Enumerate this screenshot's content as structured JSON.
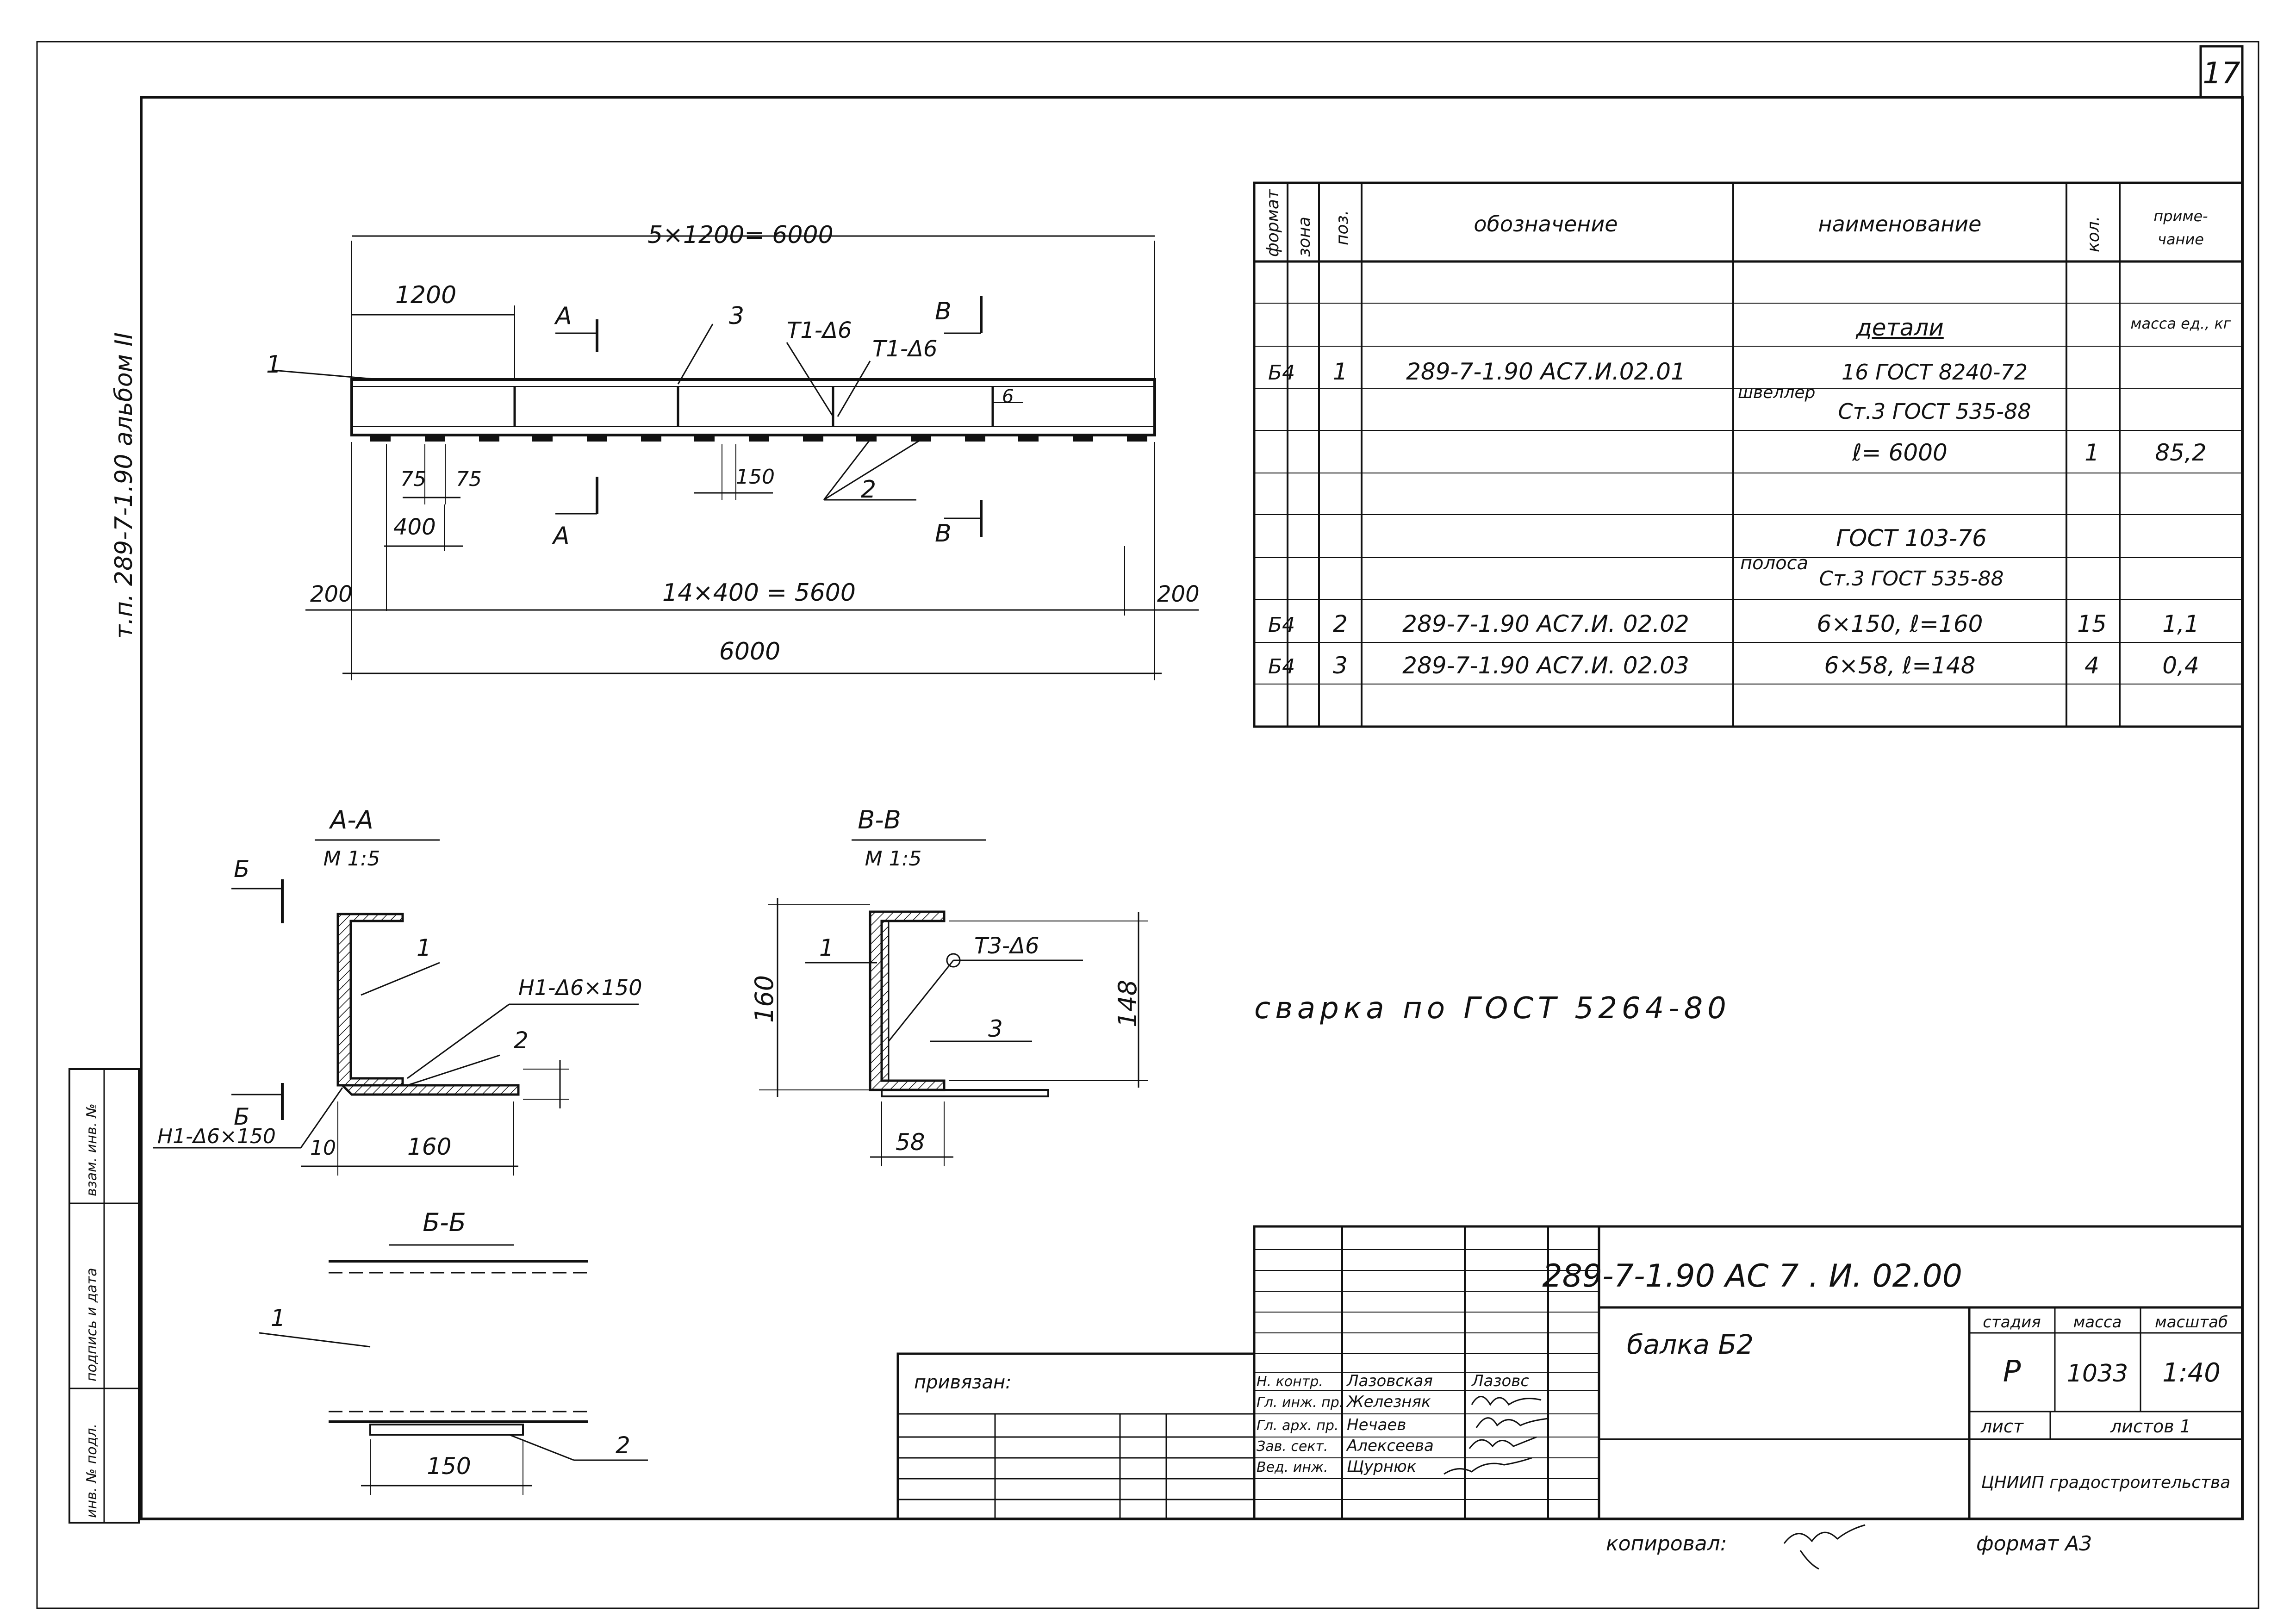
{
  "sheet_number": "17",
  "side_strip": {
    "album": "т.п. 289-7-1.90 альбом II",
    "inv_original": "инв. № подл.",
    "signature_date": "подпись и дата",
    "replaced_inv": "взам. инв. №"
  },
  "plan": {
    "overall_top": "5×1200= 6000",
    "module": "1200",
    "inner_spacing": "14×400 = 5600",
    "overall_bottom": "6000",
    "end_left": "200",
    "end_right": "200",
    "pitch": "400",
    "strip_a": "75",
    "strip_b": "75",
    "strip_width": "150",
    "flange_t": "6",
    "weld1": "Т1-Δ6",
    "weld2": "Т1-Δ6",
    "callout_1": "1",
    "callout_2": "2",
    "callout_3": "3",
    "cut_a_top": "А",
    "cut_a_bottom": "А",
    "cut_b_top": "В",
    "cut_b_bottom": "В"
  },
  "table": {
    "headers": {
      "format": "формат",
      "zone": "зона",
      "pos": "поз.",
      "designation": "обозначение",
      "name": "наименование",
      "qty": "кол.",
      "note": "приме-\nчание"
    },
    "section_title": "детали",
    "mass_note": "масса ед., кг",
    "rows": [
      {
        "format": "Б4",
        "pos": "1",
        "designation": "289-7-1.90 АС7.И.02.01",
        "name_prefix": "швеллер",
        "name_line1": "16 ГОСТ 8240-72",
        "name_line2": "Ст.3 ГОСТ 535-88",
        "name_line3": "ℓ= 6000",
        "qty": "1",
        "mass": "85,2"
      },
      {
        "format": "Б4",
        "pos": "2",
        "designation": "289-7-1.90 АС7.И. 02.02",
        "name_prefix": "полоса",
        "name_line1": "ГОСТ 103-76",
        "name_line2": "Ст.3 ГОСТ 535-88",
        "name_line3": "6×150, ℓ=160",
        "qty": "15",
        "mass": "1,1"
      },
      {
        "format": "Б4",
        "pos": "3",
        "designation": "289-7-1.90 АС7.И. 02.03",
        "name_line3": "6×58, ℓ=148",
        "qty": "4",
        "mass": "0,4"
      }
    ]
  },
  "section_aa": {
    "title": "А-А",
    "scale": "М 1:5",
    "cut_b_top": "Б",
    "cut_b_bottom": "Б",
    "callout_1": "1",
    "callout_2": "2",
    "weld": "Н1-Δ6×150",
    "weld_left": "Н1-Δ6×150",
    "dim_10": "10",
    "dim_160": "160"
  },
  "section_bb_v": {
    "title": "В-В",
    "scale": "М 1:5",
    "callout_1": "1",
    "callout_3": "3",
    "weld": "Т3-Δ6",
    "dim_160": "160",
    "dim_148": "148",
    "dim_58": "58"
  },
  "section_bb": {
    "title": "Б-Б",
    "callout_1": "1",
    "callout_2": "2",
    "dim_150": "150"
  },
  "welding_note": "сварка по ГОСТ 5264-80",
  "title_block": {
    "code": "289-7-1.90 АС 7 . И. 02.00",
    "item_name": "балка Б2",
    "stage_label": "стадия",
    "mass_label": "масса",
    "scale_label": "масштаб",
    "stage": "Р",
    "mass": "1033",
    "scale": "1:40",
    "sheet_label": "лист",
    "sheets_label": "листов 1",
    "organization": "ЦНИИП градостроительства",
    "bound_label": "привязан:",
    "roles": [
      {
        "role": "Н. контр.",
        "name": "Лазовская",
        "sign": "Лазовс"
      },
      {
        "role": "Гл. инж. пр.",
        "name": "Железняк",
        "sign": ""
      },
      {
        "role": "Гл. арх. пр.",
        "name": "Нечаев",
        "sign": ""
      },
      {
        "role": "Зав. сект.",
        "name": "Алексеева",
        "sign": ""
      },
      {
        "role": "Вед. инж.",
        "name": "Щурнюк",
        "sign": ""
      }
    ],
    "copied_by": "копировал:",
    "format": "формат А3"
  }
}
